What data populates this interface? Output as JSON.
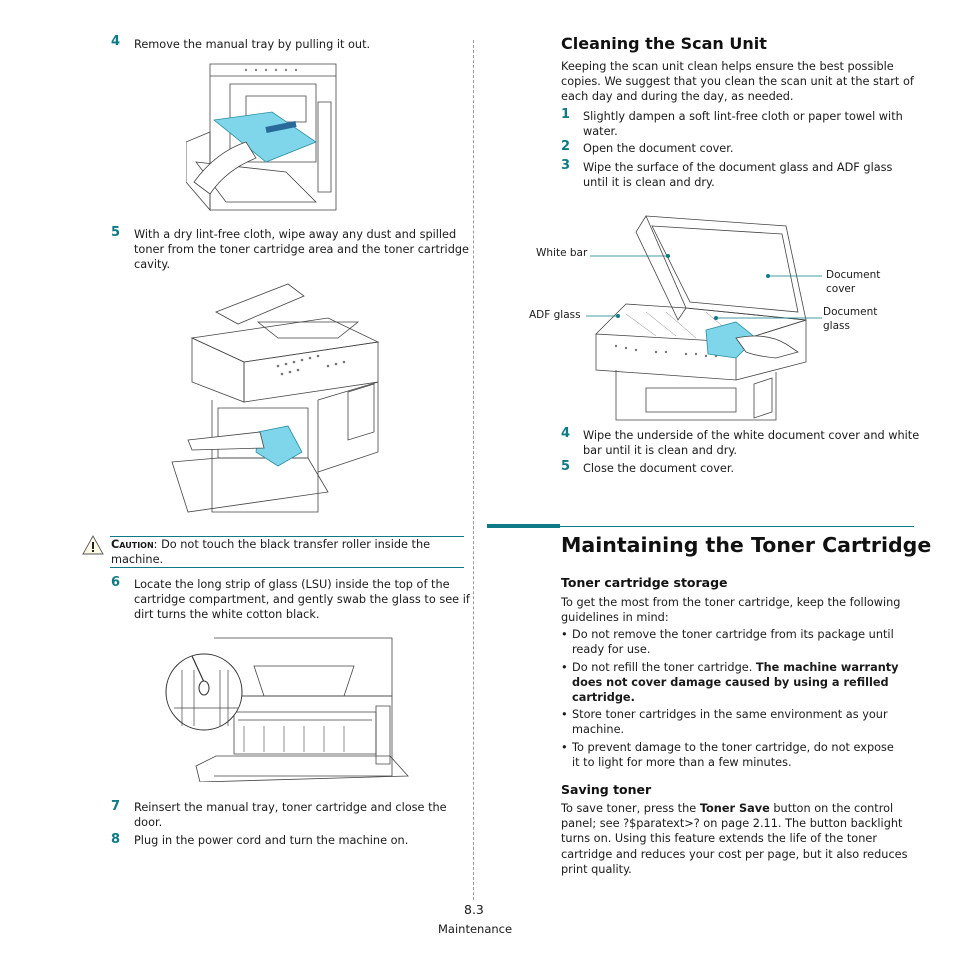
{
  "left": {
    "step4": {
      "num": "4",
      "text": "Remove the manual tray by pulling it out."
    },
    "step5": {
      "num": "5",
      "lines": [
        "With a dry lint-free cloth, wipe away any dust and spilled",
        "toner from the toner cartridge area and the toner cartridge",
        "cavity."
      ]
    },
    "caution": {
      "label": "Caution",
      "lines": [
        ": Do not touch the black transfer roller inside the",
        "machine."
      ]
    },
    "step6": {
      "num": "6",
      "lines": [
        "Locate the long strip of glass (LSU) inside the top of the",
        "cartridge compartment, and gently swab the glass to see if",
        "dirt turns the white cotton black."
      ]
    },
    "step7": {
      "num": "7",
      "lines": [
        "Reinsert the manual tray, toner cartridge and close the",
        "door."
      ]
    },
    "step8": {
      "num": "8",
      "text": "Plug in the power cord and turn the machine on."
    }
  },
  "right": {
    "scan_heading": "Cleaning the Scan Unit",
    "scan_intro": [
      "Keeping the scan unit clean helps ensure the best possible",
      "copies. We suggest that you clean the scan unit at the start of",
      "each day and during the day, as needed."
    ],
    "scan_steps": [
      {
        "num": "1",
        "lines": [
          "Slightly dampen a soft lint-free cloth or paper towel with",
          "water."
        ]
      },
      {
        "num": "2",
        "lines": [
          "Open the document cover."
        ]
      },
      {
        "num": "3",
        "lines": [
          "Wipe the surface of the document glass and ADF glass",
          "until it is clean and dry."
        ]
      },
      {
        "num": "4",
        "lines": [
          "Wipe the underside of the white document cover and white",
          "bar until it is clean and dry."
        ]
      },
      {
        "num": "5",
        "lines": [
          "Close the document cover."
        ]
      }
    ],
    "figure_labels": {
      "white_bar": "White bar",
      "adf_glass": "ADF glass",
      "document_cover": [
        "Document",
        "cover"
      ],
      "document_glass": [
        "Document",
        "glass"
      ]
    },
    "toner_heading": "Maintaining the Toner Cartridge",
    "storage_heading": "Toner cartridge storage",
    "storage_intro": [
      "To get the most from the toner cartridge, keep the following",
      "guidelines in mind:"
    ],
    "storage_bullets": [
      {
        "lines": [
          "Do not remove the toner cartridge from its package until",
          "ready for use."
        ]
      },
      {
        "lines": [
          "Do not refill the toner cartridge. "
        ],
        "bold": [
          "The machine warranty",
          "does not cover damage caused by using a refilled",
          "cartridge."
        ]
      },
      {
        "lines": [
          "Store toner cartridges in the same environment as your",
          "machine."
        ]
      },
      {
        "lines": [
          "To prevent damage to the toner cartridge, do not expose",
          "it to light for more than a few minutes."
        ]
      }
    ],
    "saving_heading": "Saving toner",
    "saving_text": {
      "pre": "To save toner, press the ",
      "bold": "Toner Save",
      "post": " button on the control",
      "lines": [
        "panel; see ?$paratext>? on page 2.11. The button backlight",
        "turns on. Using this feature extends the life of the toner",
        "cartridge and reduces your cost per page, but it also reduces",
        "print quality."
      ]
    }
  },
  "footer": {
    "page": "8.3",
    "section": "Maintenance"
  },
  "colors": {
    "accent": "#0e7a86",
    "cloth": "#7fd6ea"
  }
}
